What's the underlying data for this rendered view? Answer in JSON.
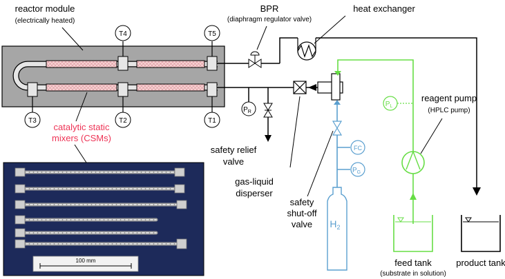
{
  "labels": {
    "reactor_title": "reactor module",
    "reactor_sub": "(electrically heated)",
    "bpr_title": "BPR",
    "bpr_sub": "(diaphragm regulator valve)",
    "heat_exchanger": "heat exchanger",
    "reagent_pump": "reagent pump",
    "reagent_pump_sub": "(HPLC pump)",
    "csm_line1": "catalytic static",
    "csm_line2": "mixers (CSMs)",
    "safety_relief_1": "safety relief",
    "safety_relief_2": "valve",
    "gas_liquid_1": "gas-liquid",
    "gas_liquid_2": "disperser",
    "shutoff_1": "safety",
    "shutoff_2": "shut-off",
    "shutoff_3": "valve",
    "feed_tank": "feed tank",
    "feed_tank_sub": "(substrate in solution)",
    "product_tank": "product tank",
    "scale_bar": "100 mm",
    "h2": "H",
    "h2_sub": "2"
  },
  "thermocouples": [
    "T4",
    "T5",
    "T3",
    "T2",
    "T1"
  ],
  "instruments": {
    "pr": "P",
    "pr_sub": "R",
    "pl": "P",
    "pl_sub": "L",
    "fc": "FC",
    "pg": "P",
    "pg_sub": "G"
  },
  "colors": {
    "process_line": "#000000",
    "liquid_line": "#66dd44",
    "gas_line": "#5a9fcf",
    "csm_label": "#ee3355",
    "reactor_fill": "#a6a6a6",
    "csm_fill": "#f4c9c9"
  }
}
